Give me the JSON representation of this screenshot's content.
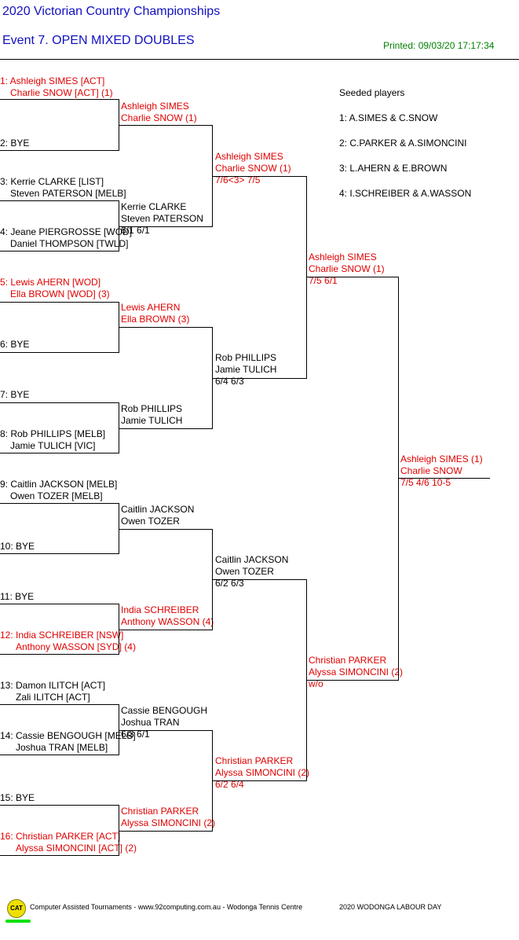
{
  "header": {
    "title": "2020 Victorian Country Championships",
    "event": "Event 7. OPEN MIXED DOUBLES",
    "printed": "Printed: 09/03/20 17:17:34"
  },
  "seeds": {
    "heading": "Seeded players",
    "list": [
      "1: A.SIMES & C.SNOW",
      "2: C.PARKER & A.SIMONCINI",
      "3: L.AHERN & E.BROWN",
      "4: I.SCHREIBER & A.WASSON"
    ]
  },
  "round1": [
    {
      "l1": "1: Ashleigh SIMES [ACT]",
      "l2": "Charlie SNOW [ACT] (1)"
    },
    {
      "l1": "2: BYE",
      "l2": ""
    },
    {
      "l1": "3: Kerrie CLARKE [LIST]",
      "l2": "Steven PATERSON [MELB]"
    },
    {
      "l1": "4: Jeane PIERGROSSE [WOD]",
      "l2": "Daniel THOMPSON [TWLD]"
    },
    {
      "l1": "5: Lewis AHERN [WOD]",
      "l2": "Ella BROWN [WOD] (3)"
    },
    {
      "l1": "6: BYE",
      "l2": ""
    },
    {
      "l1": "7: BYE",
      "l2": ""
    },
    {
      "l1": "8: Rob PHILLIPS [MELB]",
      "l2": "Jamie TULICH [VIC]"
    },
    {
      "l1": "9: Caitlin JACKSON [MELB]",
      "l2": "Owen TOZER [MELB]"
    },
    {
      "l1": "10: BYE",
      "l2": ""
    },
    {
      "l1": "11: BYE",
      "l2": ""
    },
    {
      "l1": "12: India SCHREIBER [NSW]",
      "l2": "Anthony WASSON [SYD] (4)"
    },
    {
      "l1": "13: Damon ILITCH [ACT]",
      "l2": "Zali ILITCH [ACT]"
    },
    {
      "l1": "14: Cassie BENGOUGH [MELB]",
      "l2": "Joshua TRAN [MELB]"
    },
    {
      "l1": "15: BYE",
      "l2": ""
    },
    {
      "l1": "16: Christian PARKER [ACT]",
      "l2": "Alyssa SIMONCINI [ACT] (2)"
    }
  ],
  "round2": [
    {
      "l1": "Ashleigh SIMES",
      "l2": "Charlie SNOW (1)",
      "score": ""
    },
    {
      "l1": "Kerrie CLARKE",
      "l2": "Steven PATERSON",
      "score": "6/1 6/1"
    },
    {
      "l1": "Lewis AHERN",
      "l2": "Ella BROWN (3)",
      "score": ""
    },
    {
      "l1": "Rob PHILLIPS",
      "l2": "Jamie TULICH",
      "score": ""
    },
    {
      "l1": "Caitlin JACKSON",
      "l2": "Owen TOZER",
      "score": ""
    },
    {
      "l1": "India SCHREIBER",
      "l2": "Anthony WASSON (4)",
      "score": ""
    },
    {
      "l1": "Cassie BENGOUGH",
      "l2": "Joshua TRAN",
      "score": "6/3 6/1"
    },
    {
      "l1": "Christian PARKER",
      "l2": "Alyssa SIMONCINI (2)",
      "score": ""
    }
  ],
  "round3": [
    {
      "l1": "Ashleigh SIMES",
      "l2": "Charlie SNOW (1)",
      "score": "7/6<3> 7/5"
    },
    {
      "l1": "Rob PHILLIPS",
      "l2": "Jamie TULICH",
      "score": "6/4 6/3"
    },
    {
      "l1": "Caitlin JACKSON",
      "l2": "Owen TOZER",
      "score": "6/2 6/3"
    },
    {
      "l1": "Christian PARKER",
      "l2": "Alyssa SIMONCINI (2)",
      "score": "6/2 6/4"
    }
  ],
  "round4": [
    {
      "l1": "Ashleigh SIMES",
      "l2": "Charlie SNOW (1)",
      "score": "7/5 6/1"
    },
    {
      "l1": "Christian PARKER",
      "l2": "Alyssa SIMONCINI (2)",
      "score": "w/o"
    }
  ],
  "final": {
    "l1": "Ashleigh SIMES (1)",
    "l2": "Charlie SNOW",
    "score": "7/5 4/6 10-5"
  },
  "footer": {
    "logo": "CAT",
    "text": "Computer Assisted Tournaments - www.92computing.com.au -  Wodonga Tennis Centre",
    "event": "2020 WODONGA LABOUR DAY"
  },
  "colors": {
    "seeded": "#e00000",
    "heading": "#1010c0",
    "printed": "#008000"
  }
}
